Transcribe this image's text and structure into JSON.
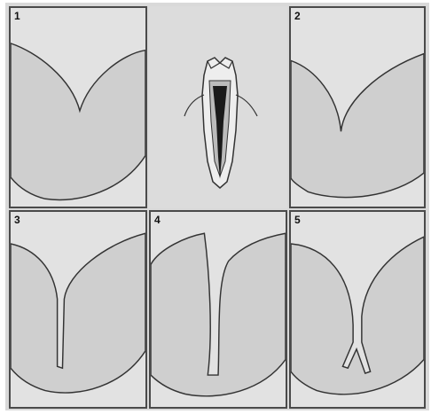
{
  "panels": [
    {
      "label": "1"
    },
    {
      "label": "2"
    },
    {
      "label": "3"
    },
    {
      "label": "4"
    },
    {
      "label": "5"
    }
  ],
  "colors": {
    "background": "#d9d9d9",
    "frame": "#4a4a4a",
    "outline": "#333333",
    "shade": "#cfcfcf",
    "pulp": "#1a1a1a"
  }
}
